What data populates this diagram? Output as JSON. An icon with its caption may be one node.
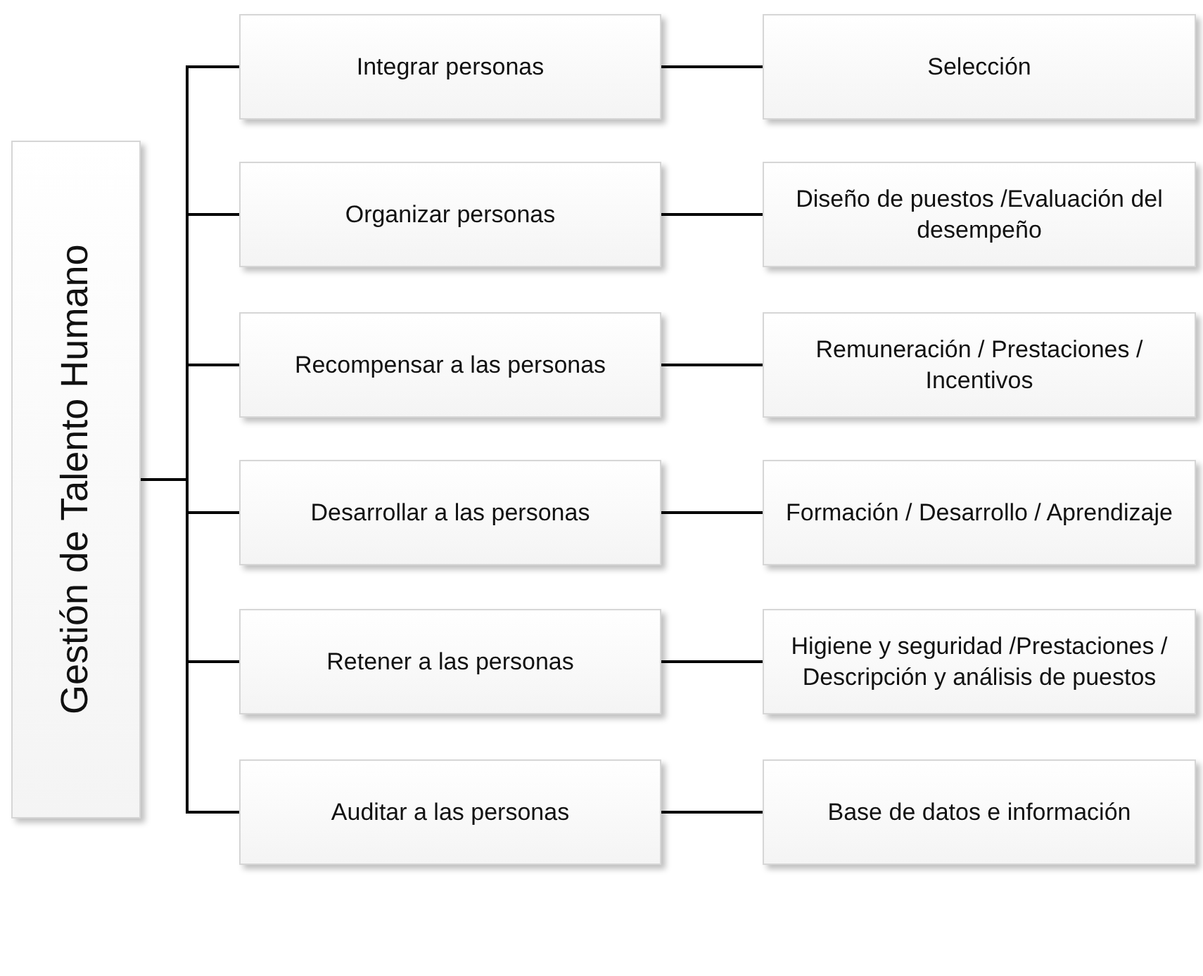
{
  "diagram": {
    "nodes": [
      {
        "text": [
          "Gestión de Talento Humano"
        ]
      },
      {
        "text": [
          "Integrar personas"
        ]
      },
      {
        "text": [
          "Selección"
        ]
      },
      {
        "text": [
          "Organizar personas"
        ]
      },
      {
        "text": [
          "Diseño de puestos /Evaluación del desempeño"
        ]
      },
      {
        "text": [
          "Recompensar a las personas"
        ]
      },
      {
        "text": [
          "Remuneración / Prestaciones / Incentivos"
        ]
      },
      {
        "text": [
          "Desarrollar a las personas"
        ]
      },
      {
        "text": [
          "Formación / Desarrollo / Aprendizaje"
        ]
      },
      {
        "text": [
          "Retener a las personas"
        ]
      },
      {
        "text": [
          "Higiene y seguridad /Prestaciones / Descripción y análisis de puestos"
        ]
      },
      {
        "text": [
          "Auditar a las personas"
        ]
      },
      {
        "text": [
          "Base de datos e información"
        ]
      }
    ],
    "edges": [
      {
        "from": 0,
        "to": 1,
        "arrow": "none"
      },
      {
        "from": 0,
        "to": 3,
        "arrow": "none"
      },
      {
        "from": 0,
        "to": 5,
        "arrow": "none"
      },
      {
        "from": 0,
        "to": 7,
        "arrow": "none"
      },
      {
        "from": 0,
        "to": 9,
        "arrow": "none"
      },
      {
        "from": 0,
        "to": 11,
        "arrow": "none"
      },
      {
        "from": 1,
        "to": 2,
        "arrow": "none"
      },
      {
        "from": 3,
        "to": 4,
        "arrow": "none"
      },
      {
        "from": 5,
        "to": 6,
        "arrow": "none"
      },
      {
        "from": 7,
        "to": 8,
        "arrow": "none"
      },
      {
        "from": 9,
        "to": 10,
        "arrow": "none"
      },
      {
        "from": 11,
        "to": 12,
        "arrow": "none"
      }
    ]
  }
}
